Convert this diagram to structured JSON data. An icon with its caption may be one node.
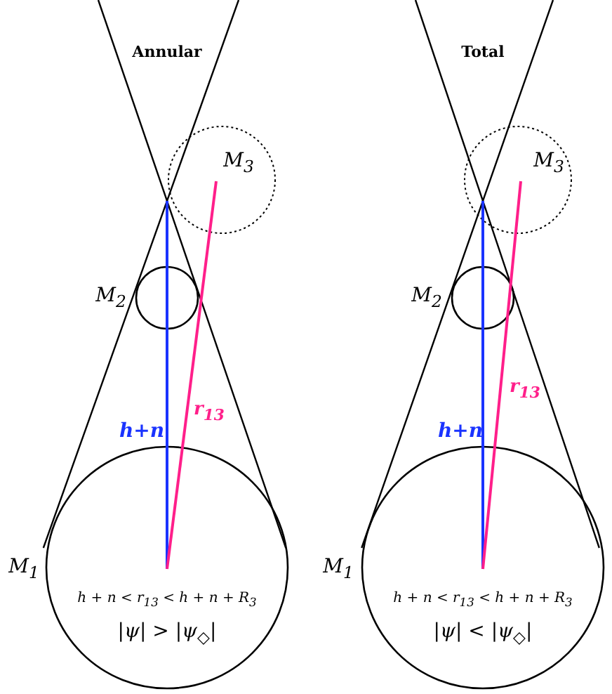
{
  "diagram": {
    "labels": [
      "Annular",
      "Total",
      "M$_{3}$",
      "M$_{3}$",
      "M$_{2}$",
      "M$_{2}$",
      "r$_{13}$",
      "r$_{13}$",
      "h+n",
      "h+n",
      "M$_{1}$",
      "M$_{1}$",
      "h + n < r$_{13}$ < h + n + R$_{3}$",
      "h + n < r$_{13}$ < h + n + R$_{3}$",
      "|ψ| > |ψ$_{◇}$|",
      "|ψ| < |ψ$_{◇}$|"
    ]
  }
}
